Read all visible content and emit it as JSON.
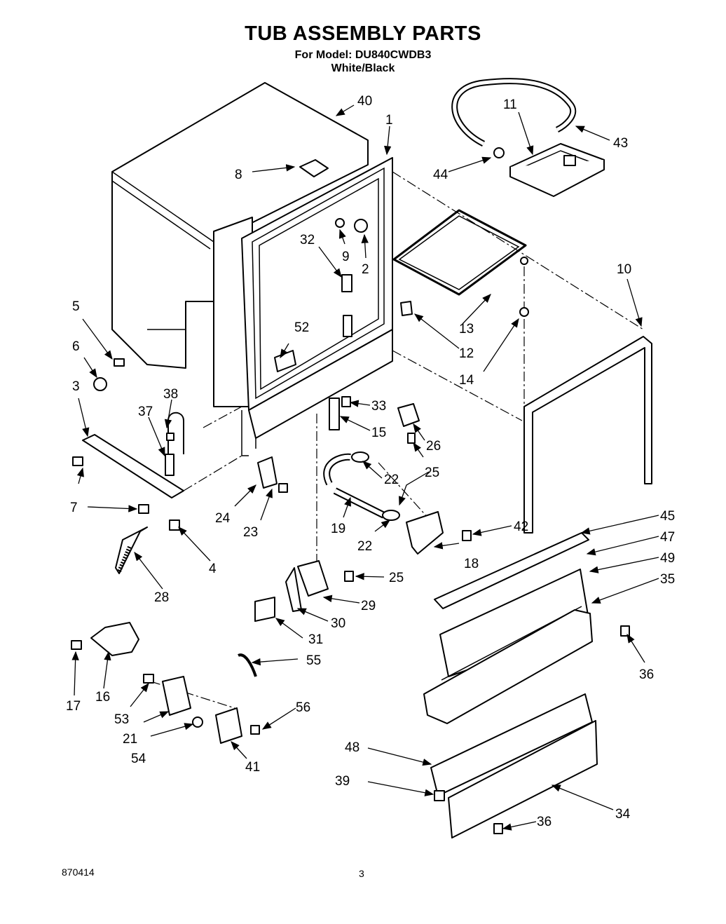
{
  "header": {
    "title": "TUB ASSEMBLY PARTS",
    "model_line": "For Model: DU840CWDB3",
    "color_line": "White/Black"
  },
  "callouts": {
    "c1": "1",
    "c2": "2",
    "c3": "3",
    "c4": "4",
    "c5": "5",
    "c6": "6",
    "c7a": "7",
    "c7b": "7",
    "c8": "8",
    "c9": "9",
    "c10": "10",
    "c11": "11",
    "c12": "12",
    "c13": "13",
    "c14": "14",
    "c15": "15",
    "c16": "16",
    "c17": "17",
    "c18": "18",
    "c19": "19",
    "c21": "21",
    "c22a": "22",
    "c22b": "22",
    "c23": "23",
    "c24": "24",
    "c25a": "25",
    "c25b": "25",
    "c26": "26",
    "c28": "28",
    "c29": "29",
    "c30": "30",
    "c31": "31",
    "c32": "32",
    "c33": "33",
    "c34": "34",
    "c35": "35",
    "c36a": "36",
    "c36b": "36",
    "c37": "37",
    "c38": "38",
    "c39": "39",
    "c40": "40",
    "c41": "41",
    "c42": "42",
    "c43": "43",
    "c44": "44",
    "c45": "45",
    "c47": "47",
    "c48": "48",
    "c49": "49",
    "c52": "52",
    "c53": "53",
    "c54": "54",
    "c55": "55",
    "c56": "56"
  },
  "footer": {
    "code": "870414",
    "page": "3"
  }
}
